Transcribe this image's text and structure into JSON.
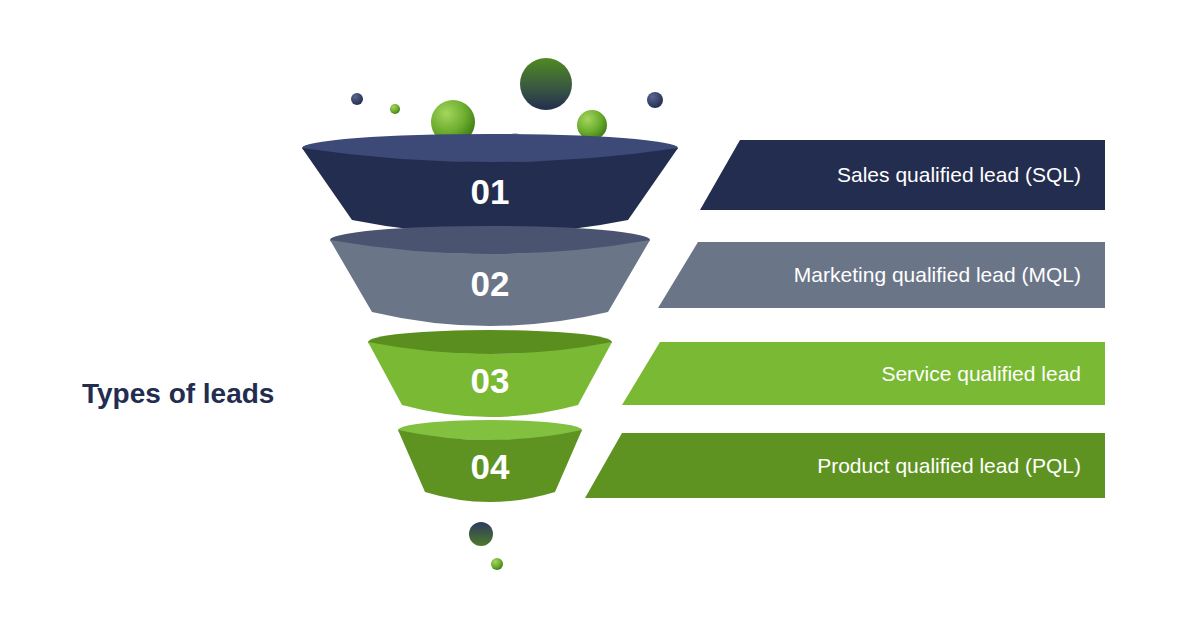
{
  "diagram": {
    "title": "Types of leads",
    "nodes": [
      {
        "text": [
          "01"
        ]
      },
      {
        "text": [
          "Sales qualified lead (SQL)"
        ]
      },
      {
        "text": [
          "02"
        ]
      },
      {
        "text": [
          "Marketing qualified lead (MQL)"
        ]
      },
      {
        "text": [
          "03"
        ]
      },
      {
        "text": [
          "Service qualified lead"
        ]
      },
      {
        "text": [
          "04"
        ]
      },
      {
        "text": [
          "Product qualified lead (PQL)"
        ]
      }
    ]
  }
}
